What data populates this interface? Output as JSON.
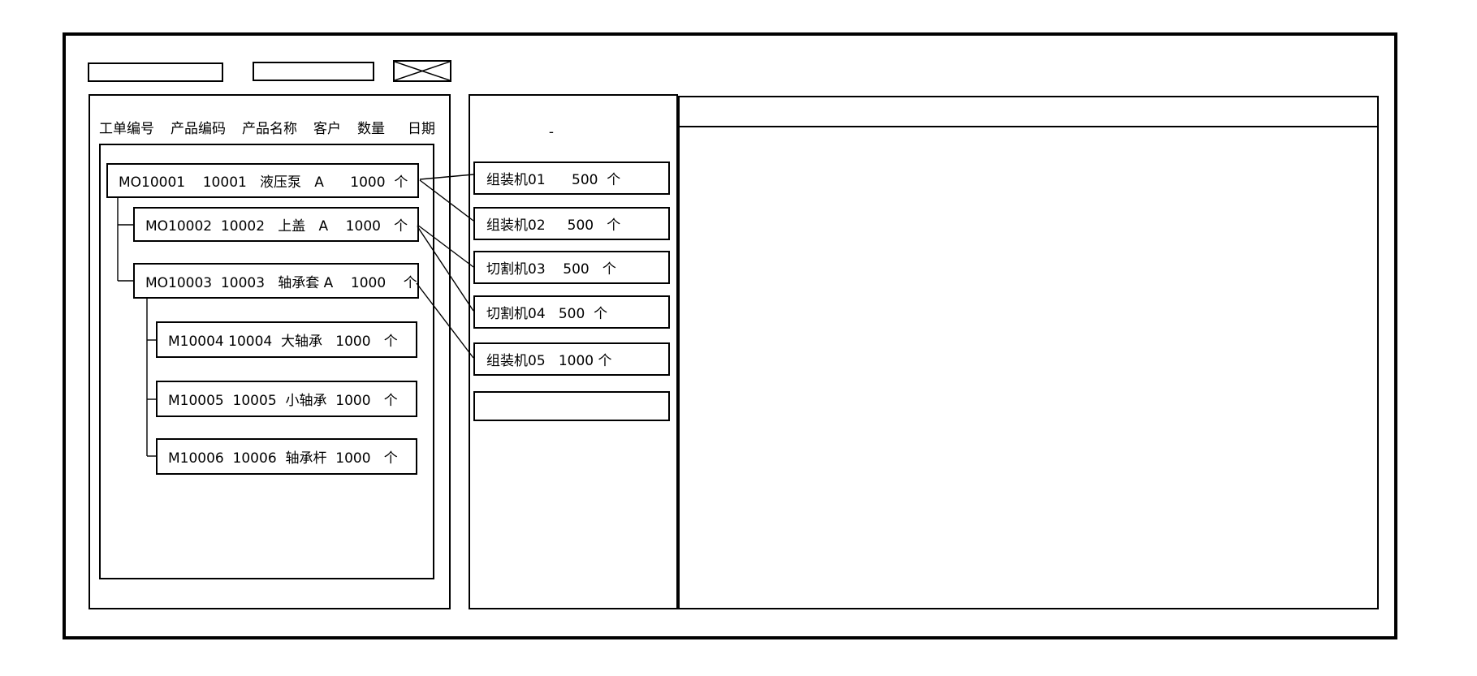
{
  "colors": {
    "line": "#000000",
    "background": "#ffffff"
  },
  "toolbar": {
    "field1_value": "",
    "field2_value": "",
    "crossed_box_icon": "x-crossed-rectangle"
  },
  "left_panel": {
    "columns": [
      "工单编号",
      "产品编码",
      "产品名称",
      "客户",
      "数量",
      "日期"
    ],
    "orders": [
      {
        "order_no": "MO10001",
        "product_code": "10001",
        "product_name": "液压泵",
        "customer": "A",
        "qty": "1000",
        "unit": "个",
        "level": 0,
        "display": "MO10001    10001   液压泵   A      1000  个"
      },
      {
        "order_no": "MO10002",
        "product_code": "10002",
        "product_name": "上盖",
        "customer": "A",
        "qty": "1000",
        "unit": "个",
        "level": 1,
        "display": "MO10002  10002   上盖   A    1000   个"
      },
      {
        "order_no": "MO10003",
        "product_code": "10003",
        "product_name": "轴承套",
        "customer": "A",
        "qty": "1000",
        "unit": "个",
        "level": 1,
        "display": "MO10003  10003   轴承套 A    1000    个"
      },
      {
        "order_no": "M10004",
        "product_code": "10004",
        "product_name": "大轴承",
        "qty": "1000",
        "unit": "个",
        "level": 2,
        "display": "M10004 10004  大轴承   1000   个"
      },
      {
        "order_no": "M10005",
        "product_code": "10005",
        "product_name": "小轴承",
        "qty": "1000",
        "unit": "个",
        "level": 2,
        "display": "M10005  10005  小轴承  1000   个"
      },
      {
        "order_no": "M10006",
        "product_code": "10006",
        "product_name": "轴承杆",
        "qty": "1000",
        "unit": "个",
        "level": 2,
        "display": "M10006  10006  轴承杆  1000   个"
      }
    ]
  },
  "machine_panel": {
    "dot_mark": "-",
    "machines": [
      {
        "name": "组装机01",
        "qty": "500",
        "unit": "个",
        "display": "组装机01      500  个"
      },
      {
        "name": "组装机02",
        "qty": "500",
        "unit": "个",
        "display": "组装机02     500   个"
      },
      {
        "name": "切割机03",
        "qty": "500",
        "unit": "个",
        "display": "切割机03    500   个"
      },
      {
        "name": "切割机04",
        "qty": "500",
        "unit": "个",
        "display": "切割机04   500  个"
      },
      {
        "name": "组装机05",
        "qty": "1000",
        "unit": "个",
        "display": "组装机05   1000 个"
      }
    ],
    "empty_slot": ""
  },
  "connections": [
    {
      "from": "MO10001",
      "to": "组装机01"
    },
    {
      "from": "MO10001",
      "to": "组装机02"
    },
    {
      "from": "MO10002",
      "to": "切割机03"
    },
    {
      "from": "MO10002",
      "to": "切割机04"
    },
    {
      "from": "MO10003",
      "to": "组装机05"
    }
  ]
}
